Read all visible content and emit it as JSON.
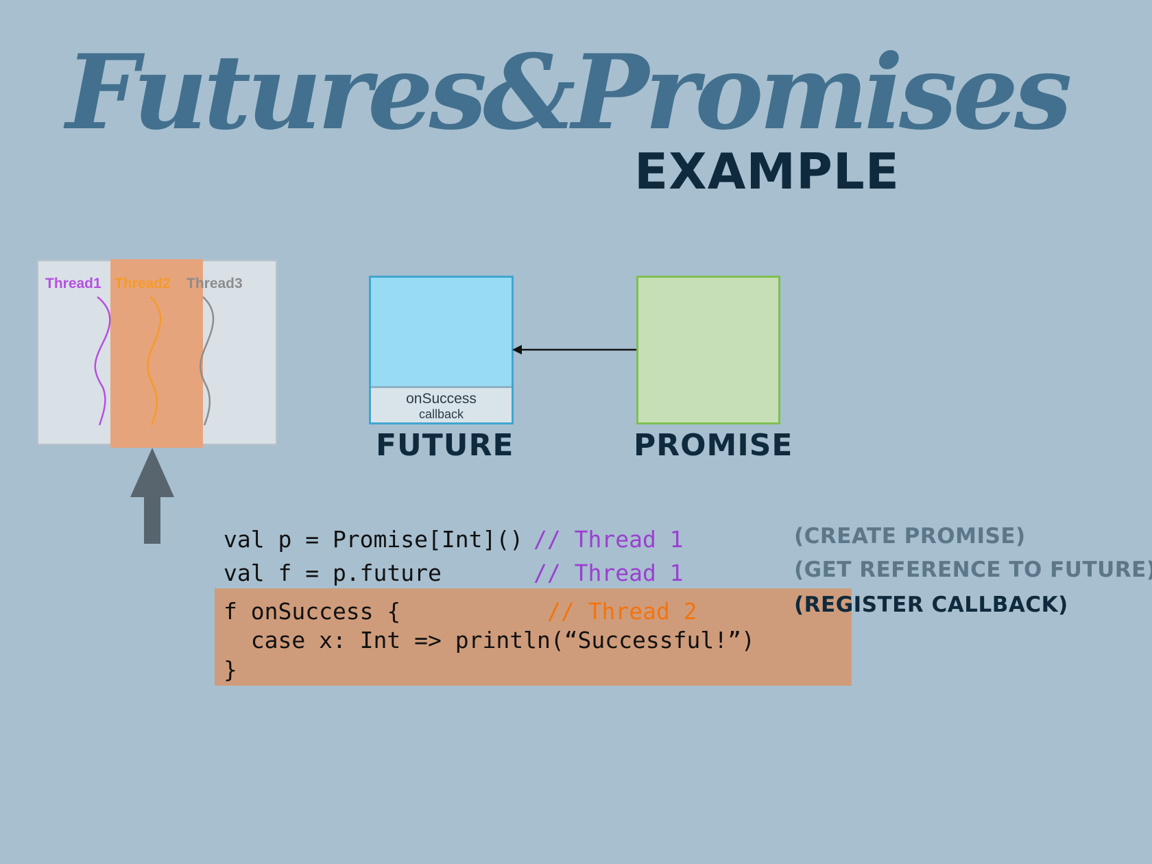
{
  "slide": {
    "title": "Futures&Promises",
    "subtitle": "EXAMPLE"
  },
  "threads": [
    {
      "label": "Thread1",
      "color": "#b64fe0"
    },
    {
      "label": "Thread2",
      "color": "#f59a2a"
    },
    {
      "label": "Thread3",
      "color": "#8c8c8c"
    }
  ],
  "highlight_color": "#e6a47c",
  "future": {
    "label": "FUTURE",
    "callback_name": "onSuccess",
    "callback_sub": "callback",
    "color": "#98dbf4"
  },
  "promise": {
    "label": "PROMISE",
    "color": "#c6dfb7"
  },
  "code": {
    "line1": "val p = Promise[Int]()",
    "line1_comment": "// Thread 1",
    "line2": "val f = p.future",
    "line2_comment": "// Thread 1",
    "line3": "f onSuccess {",
    "line3_comment": "// Thread 2",
    "line4": "  case x: Int => println(“Successful!”)",
    "line5": "}"
  },
  "notes": {
    "create": "(CREATE PROMISE)",
    "reference": "(GET REFERENCE TO FUTURE)",
    "register": "(REGISTER CALLBACK)"
  }
}
